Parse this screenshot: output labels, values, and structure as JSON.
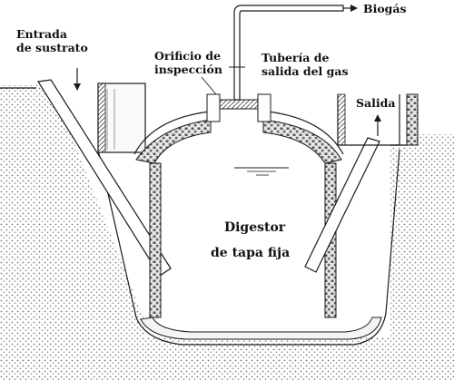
{
  "labels": {
    "entrada_line1": "Entrada",
    "entrada_line2": "de sustrato",
    "orificio_line1": "Orificio de",
    "orificio_line2": "inspección",
    "tuberia_line1": "Tubería de",
    "tuberia_line2": "salida del gas",
    "biogas": "Biogás",
    "salida": "Salida",
    "digestor_line1": "Digestor",
    "digestor_line2": "de tapa fija"
  },
  "colors": {
    "line": "#1a1a1a",
    "soil_dot": "#7a7a7a",
    "wall_fill": "#6f6f6f",
    "background": "#ffffff"
  }
}
